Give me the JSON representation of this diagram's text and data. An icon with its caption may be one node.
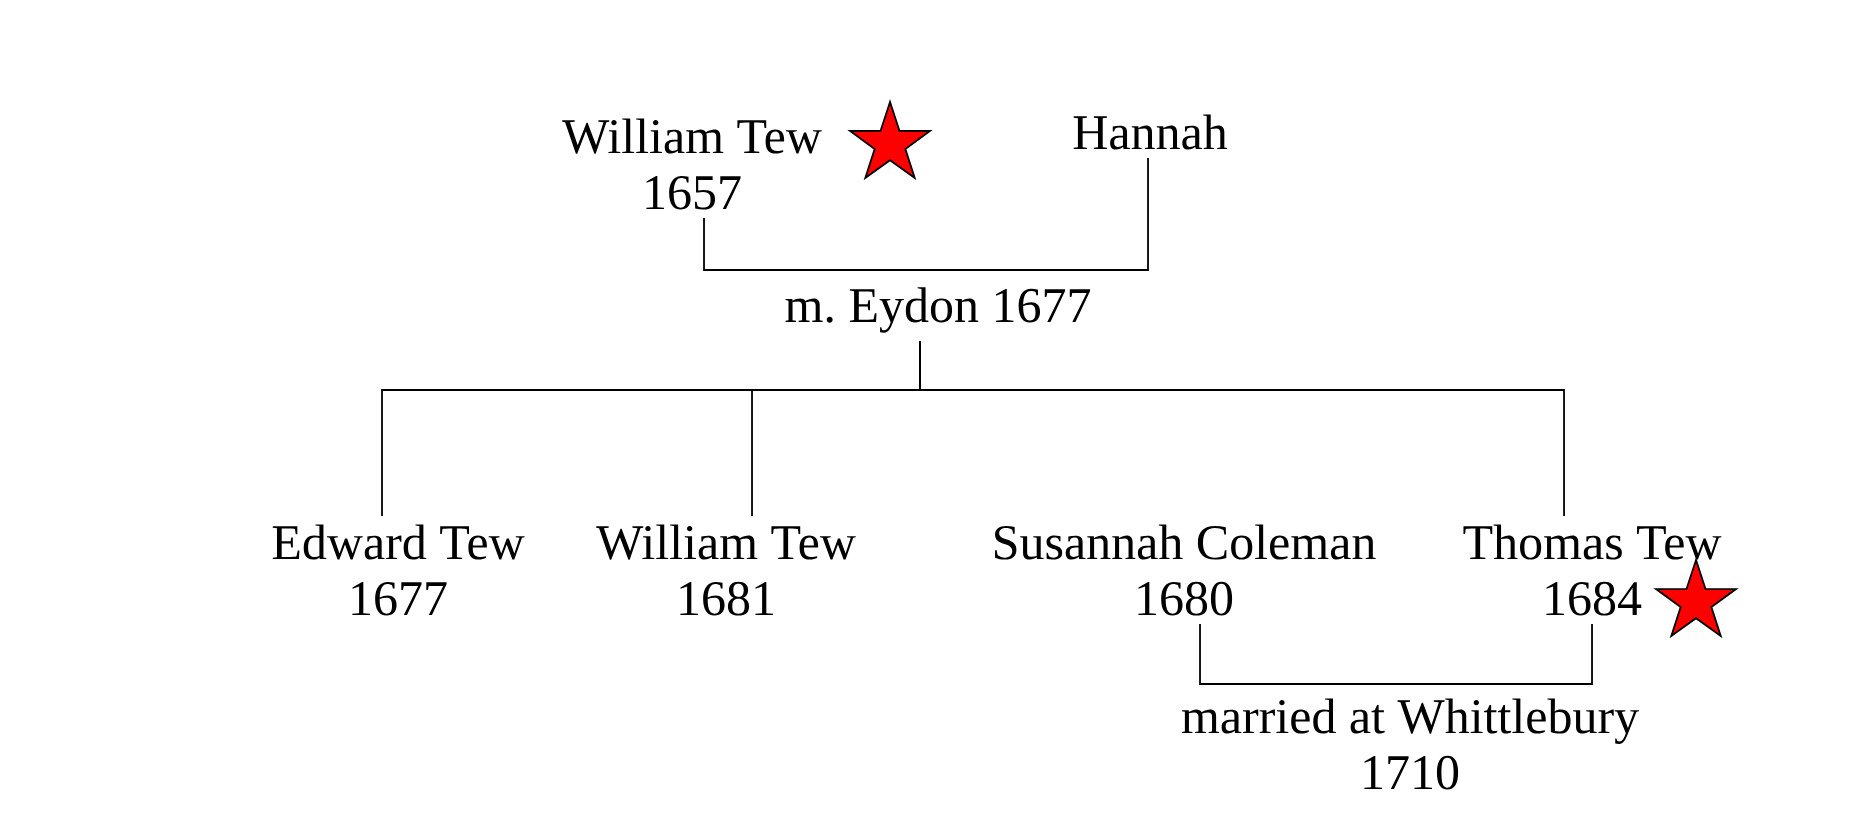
{
  "diagram": {
    "nodes": [
      {
        "text": [
          "William Tew 1657"
        ]
      },
      {
        "text": [
          "Hannah"
        ]
      },
      {
        "text": [
          "m. Eydon 1677"
        ]
      },
      {
        "text": [
          "Edward Tew 1677"
        ]
      },
      {
        "text": [
          "William Tew 1681"
        ]
      },
      {
        "text": [
          "Susannah Coleman 1680"
        ]
      },
      {
        "text": [
          "Thomas Tew 1684"
        ]
      }
    ],
    "edges": [
      {
        "from": 0,
        "to": 1,
        "arrow": "none"
      },
      {
        "from": 2,
        "to": 3,
        "arrow": "none"
      },
      {
        "from": 2,
        "to": 4,
        "arrow": "none"
      },
      {
        "from": 2,
        "to": 6,
        "arrow": "none"
      },
      {
        "from": 5,
        "to": 6,
        "arrow": "none",
        "label": "married at Whittlebury 1710"
      }
    ]
  }
}
